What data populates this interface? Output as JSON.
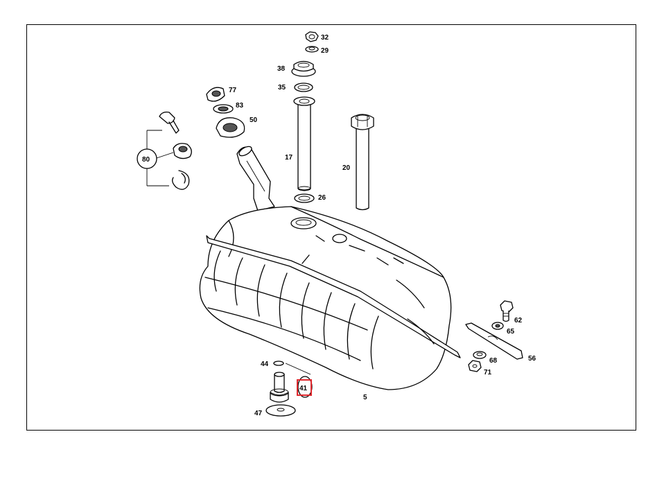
{
  "diagram": {
    "highlight_color": "#e0282d",
    "highlighted_part": "41",
    "labels": {
      "p32": "32",
      "p29": "29",
      "p38": "38",
      "p35": "35",
      "p17": "17",
      "p26": "26",
      "p20": "20",
      "p77": "77",
      "p83": "83",
      "p50": "50",
      "p80": "80",
      "p62": "62",
      "p65": "65",
      "p68": "68",
      "p56": "56",
      "p71": "71",
      "p44": "44",
      "p41": "41",
      "p47": "47",
      "p5": "5"
    }
  }
}
